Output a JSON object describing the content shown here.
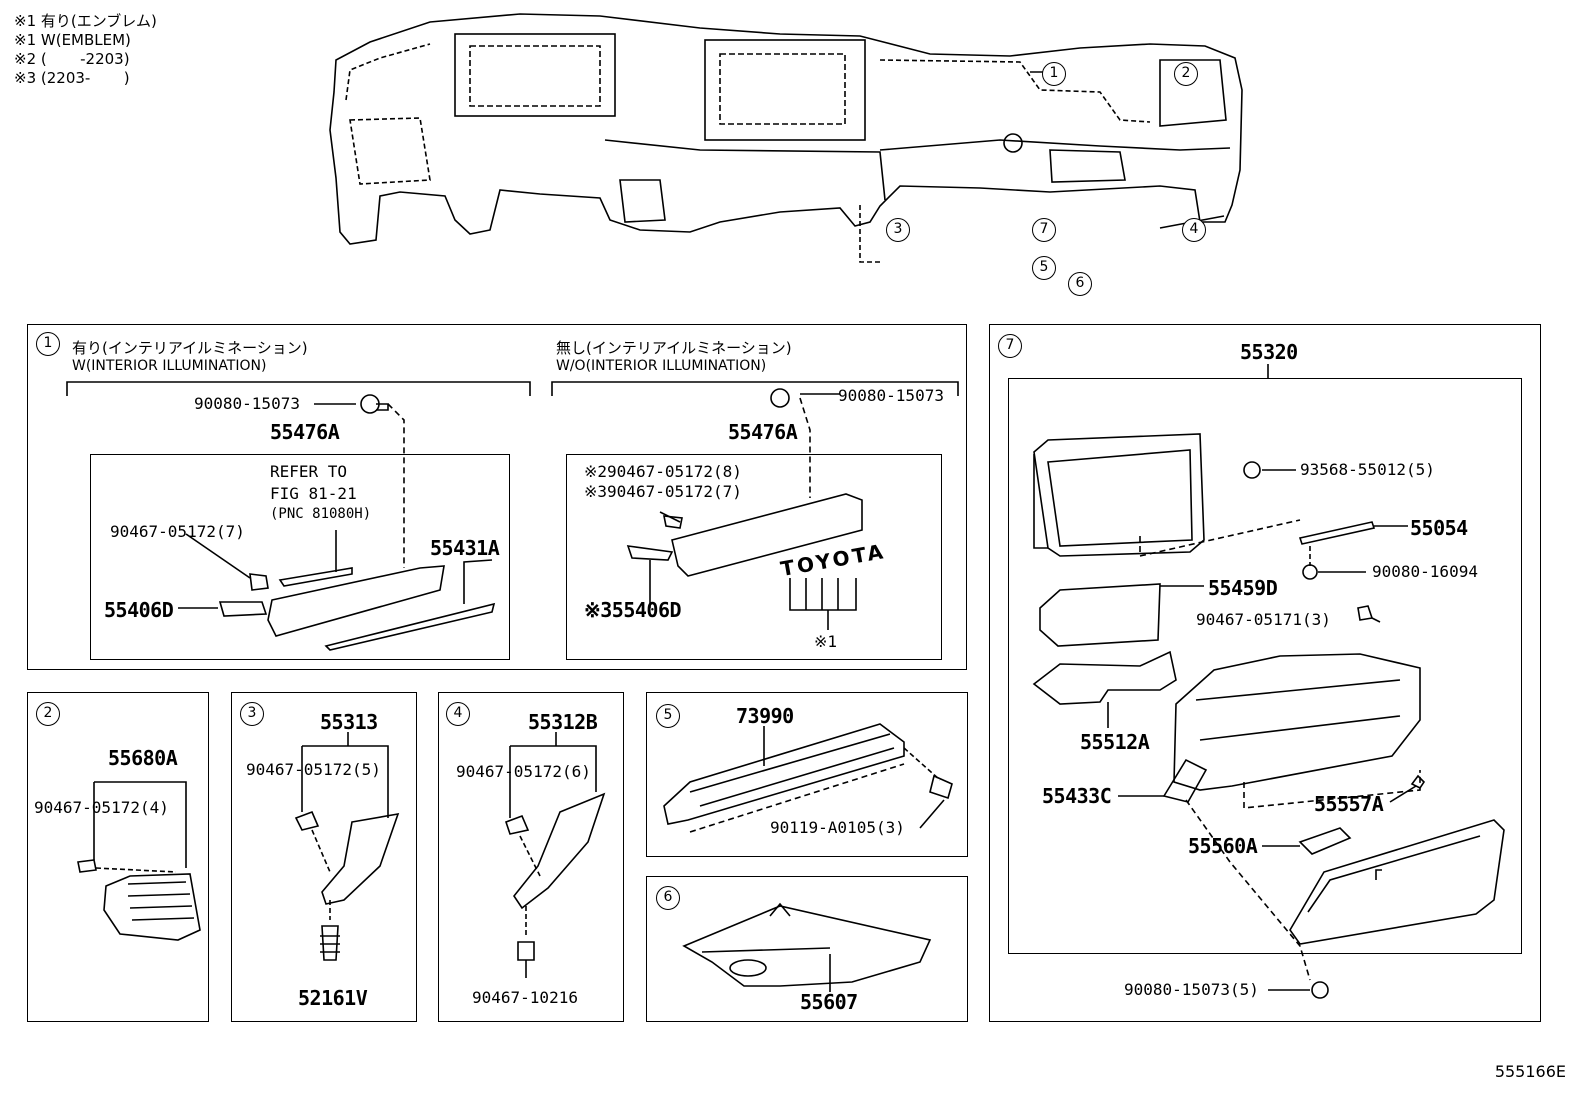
{
  "notes": [
    "※1 有り(エンブレム)",
    "※1 W(EMBLEM)",
    "※2 (       -2203)",
    "※3 (2203-       )"
  ],
  "overview_refs": [
    "1",
    "2",
    "3",
    "4",
    "5",
    "6",
    "7"
  ],
  "panel1": {
    "ref": "1",
    "left": {
      "title_jp": "有り(インテリアイルミネーション)",
      "title_en": "W(INTERIOR ILLUMINATION)",
      "screw": "90080-15073",
      "assembly": "55476A",
      "refer1": "REFER TO",
      "refer2": "FIG 81-21",
      "refer3": "(PNC 81080H)",
      "clip": "90467-05172(7)",
      "strip": "55431A",
      "lamp": "55406D"
    },
    "right": {
      "title_jp": "無し(インテリアイルミネーション)",
      "title_en": "W/O(INTERIOR ILLUMINATION)",
      "screw": "90080-15073",
      "assembly": "55476A",
      "clip2": "※290467-05172(8)",
      "clip3": "※390467-05172(7)",
      "lamp": "※355406D",
      "emblem": "TOYOTA",
      "emblem_note": "※1"
    }
  },
  "panel2": {
    "ref": "2",
    "part": "55680A",
    "clip": "90467-05172(4)"
  },
  "panel3": {
    "ref": "3",
    "part": "55313",
    "clip": "90467-05172(5)",
    "fastener": "52161V"
  },
  "panel4": {
    "ref": "4",
    "part": "55312B",
    "clip": "90467-05172(6)",
    "fastener": "90467-10216"
  },
  "panel5": {
    "ref": "5",
    "part": "73990",
    "screw": "90119-A0105(3)"
  },
  "panel6": {
    "ref": "6",
    "part": "55607"
  },
  "panel7": {
    "ref": "7",
    "assembly": "55320",
    "p1": "93568-55012(5)",
    "p2": "55054",
    "p3": "90080-16094",
    "p4": "55459D",
    "p5": "90467-05171(3)",
    "p6": "55512A",
    "p7": "55433C",
    "p8": "55557A",
    "p9": "55560A",
    "p10": "90080-15073(5)"
  },
  "figure_id": "555166E"
}
